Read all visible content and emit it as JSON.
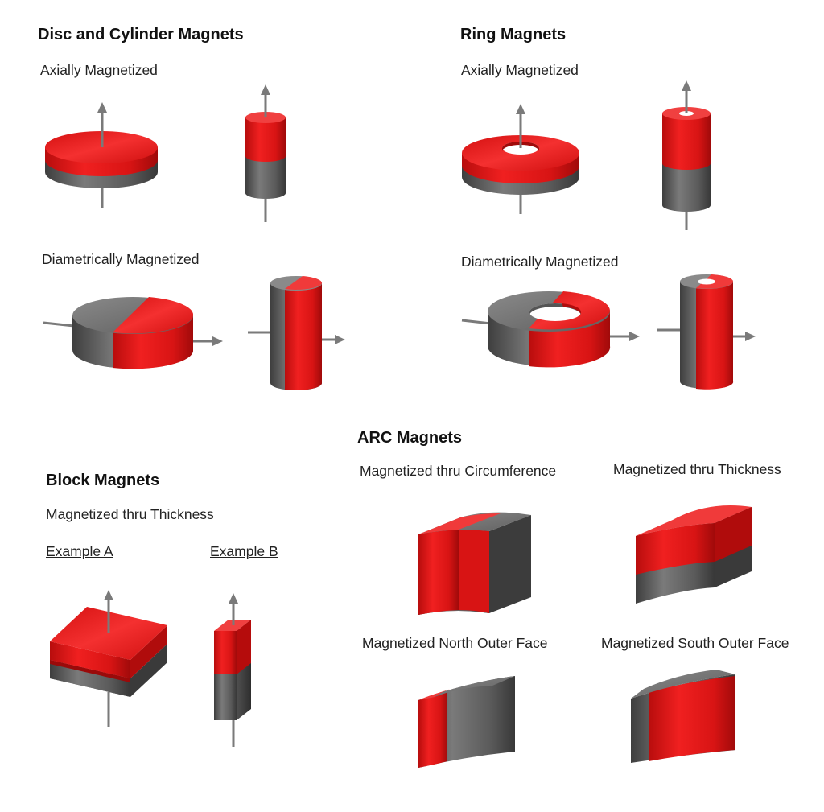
{
  "disc_cylinder": {
    "title": "Disc and Cylinder Magnets",
    "axial_label": "Axially Magnetized",
    "diametric_label": "Diametrically Magnetized"
  },
  "ring": {
    "title": "Ring Magnets",
    "axial_label": "Axially Magnetized",
    "diametric_label": "Diametrically Magnetized"
  },
  "arc": {
    "title": "ARC Magnets",
    "circumference_label": "Magnetized thru Circumference",
    "thickness_label": "Magnetized thru Thickness",
    "north_outer_label": "Magnetized North Outer Face",
    "south_outer_label": "Magnetized South Outer Face"
  },
  "block": {
    "title": "Block Magnets",
    "subtitle": "Magnetized thru Thickness",
    "example_a": "Example A",
    "example_b": "Example B"
  },
  "colors": {
    "north_red": "#e81818",
    "south_gray": "#5c5c5c",
    "arrow": "#7a7a7a"
  }
}
